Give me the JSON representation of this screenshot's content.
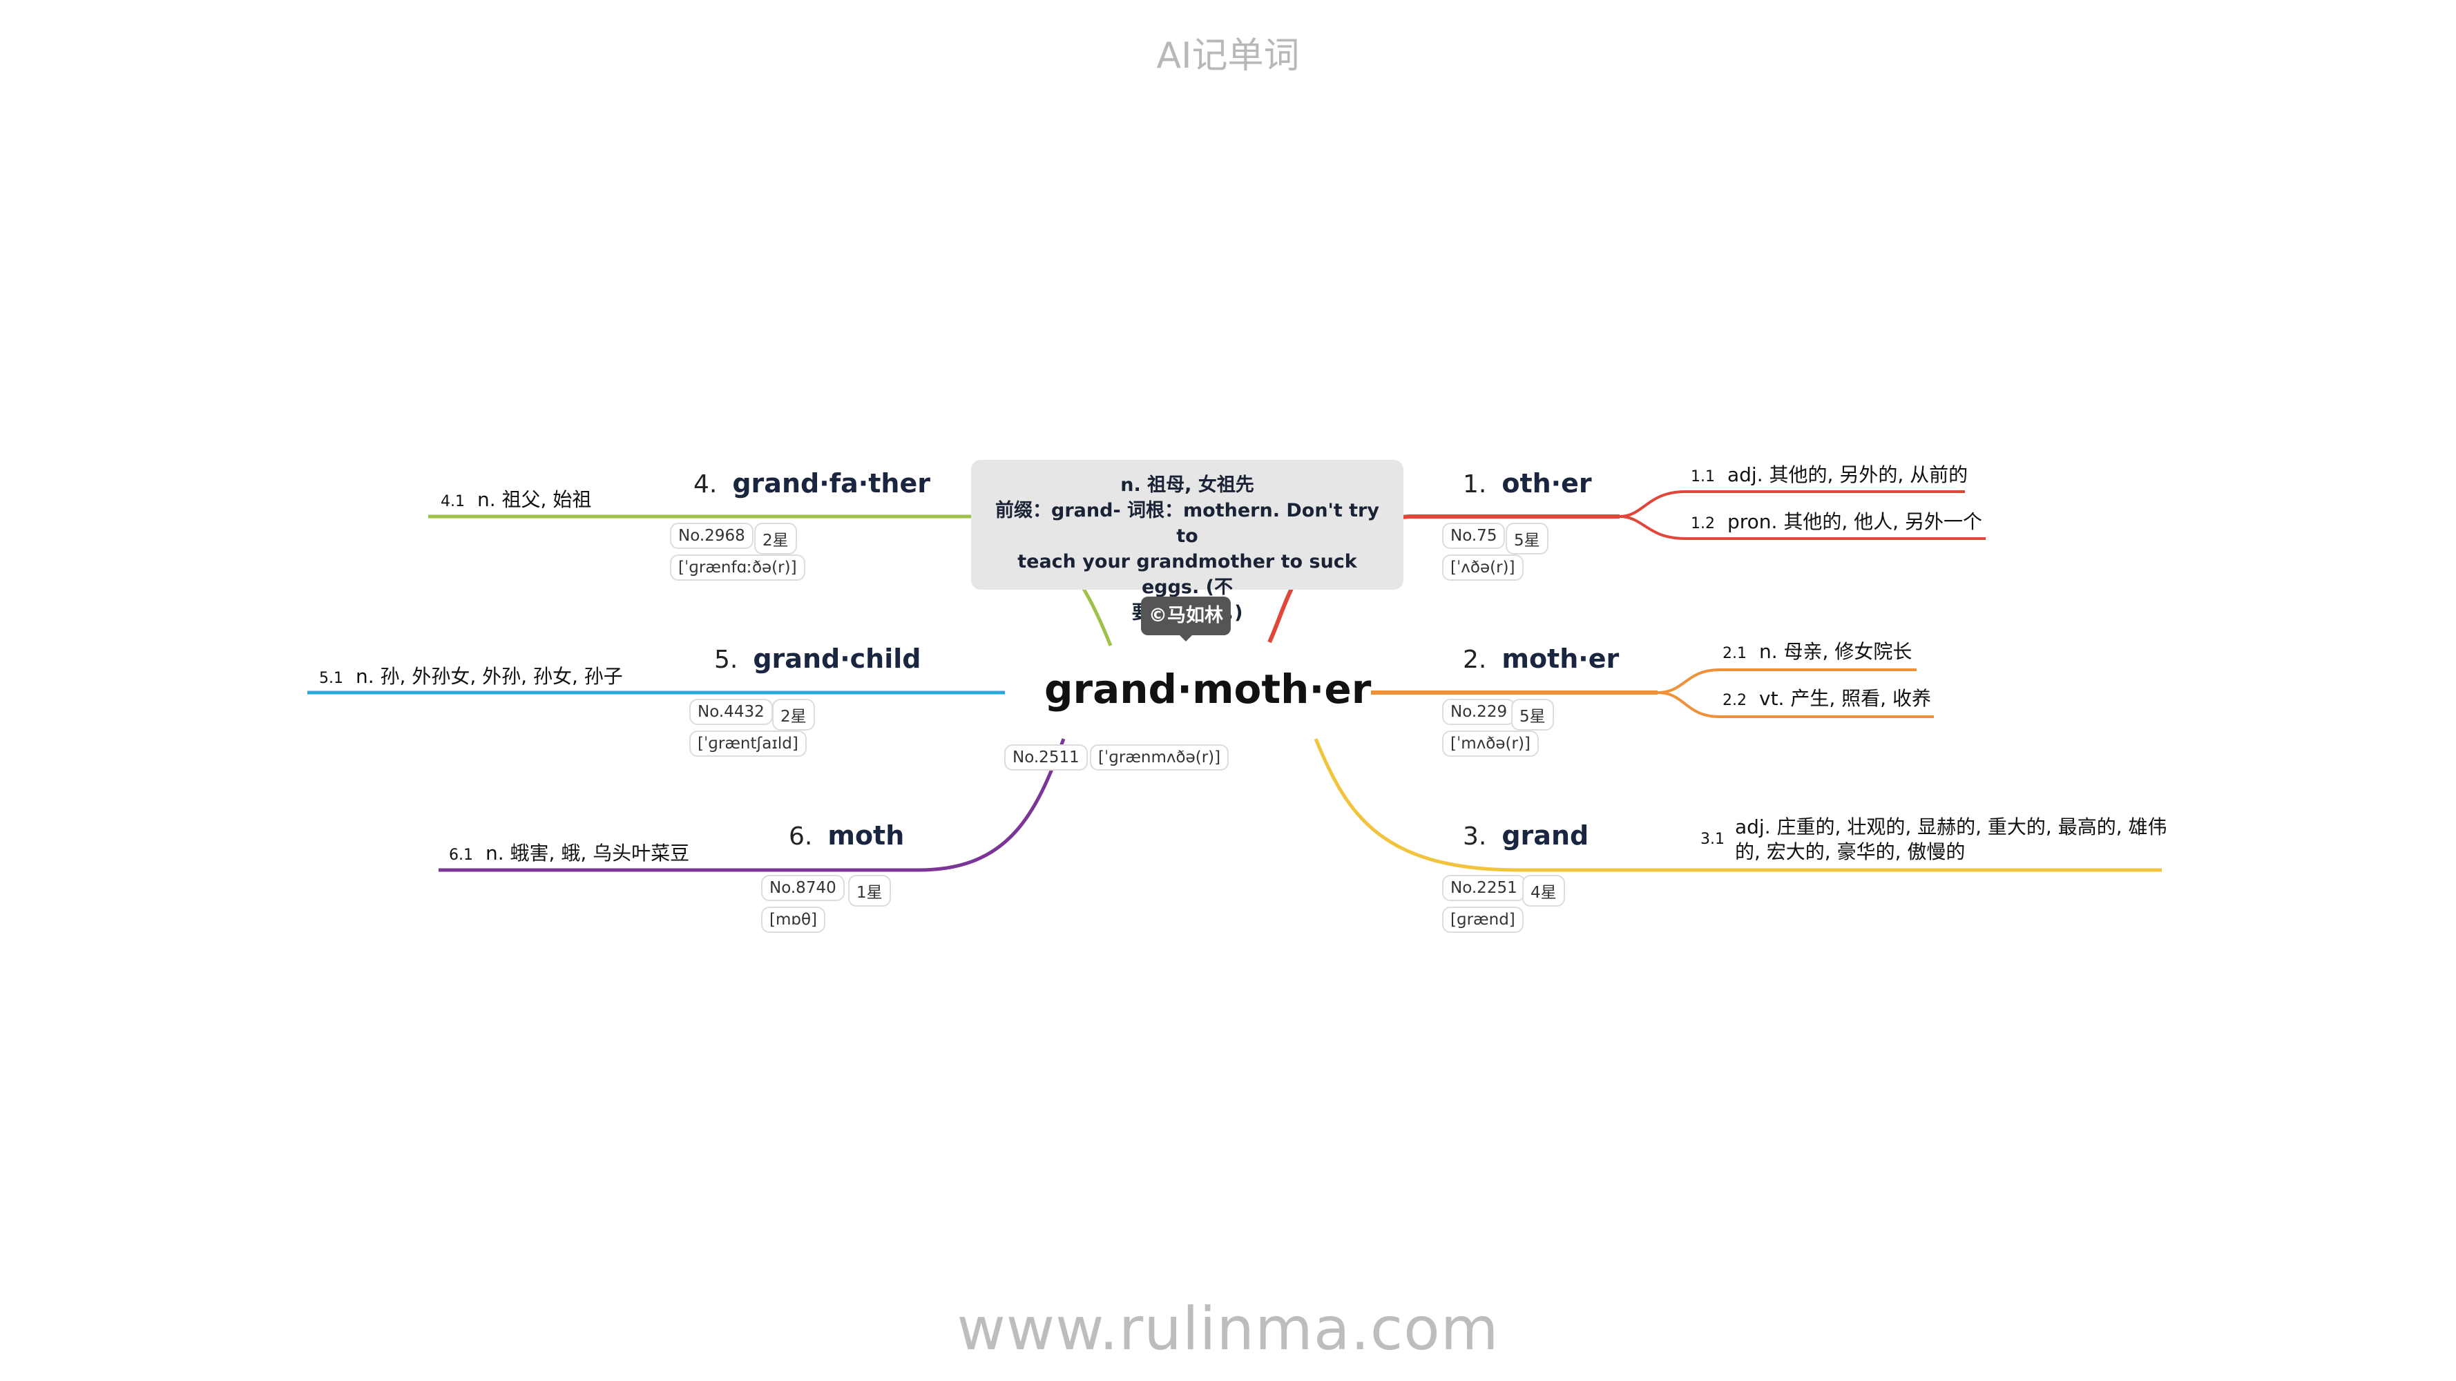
{
  "header": {
    "title": "AI记单词"
  },
  "footer": {
    "url": "www.rulinma.com"
  },
  "center": {
    "word": "grand·moth·er",
    "number": "No.2511",
    "phonetic": "[ˈɡrænmʌðə(r)]",
    "note_line1": "n. 祖母, 女祖先",
    "note_line2": "前缀：grand- 词根：mothern. Don't try to",
    "note_line3": "teach your grandmother to suck eggs. (不",
    "note_line4": "要班门弄斧。)",
    "copyright": "©马如林"
  },
  "branches": [
    {
      "index": "1.",
      "word": "oth·er",
      "number": "No.75",
      "stars": "5星",
      "phonetic": "[ˈʌðə(r)]",
      "color": "#e0463a",
      "senses": [
        {
          "num": "1.1",
          "text": "adj. 其他的, 另外的, 从前的"
        },
        {
          "num": "1.2",
          "text": "pron. 其他的, 他人, 另外一个"
        }
      ]
    },
    {
      "index": "2.",
      "word": "moth·er",
      "number": "No.229",
      "stars": "5星",
      "phonetic": "[ˈmʌðə(r)]",
      "color": "#f0913a",
      "senses": [
        {
          "num": "2.1",
          "text": "n. 母亲, 修女院长"
        },
        {
          "num": "2.2",
          "text": "vt. 产生, 照看, 收养"
        }
      ]
    },
    {
      "index": "3.",
      "word": "grand",
      "number": "No.2251",
      "stars": "4星",
      "phonetic": "[ɡrænd]",
      "color": "#f2c43d",
      "senses": [
        {
          "num": "3.1",
          "text_line1": "adj. 庄重的, 壮观的, 显赫的, 重大的, 最高的, 雄伟",
          "text_line2": "的, 宏大的, 豪华的, 傲慢的"
        }
      ]
    },
    {
      "index": "4.",
      "word": "grand·fa·ther",
      "number": "No.2968",
      "stars": "2星",
      "phonetic": "[ˈɡrænfɑːðə(r)]",
      "color": "#9dc24a",
      "senses": [
        {
          "num": "4.1",
          "text": "n. 祖父, 始祖"
        }
      ]
    },
    {
      "index": "5.",
      "word": "grand·child",
      "number": "No.4432",
      "stars": "2星",
      "phonetic": "[ˈɡræntʃaɪld]",
      "color": "#2ba8d8",
      "senses": [
        {
          "num": "5.1",
          "text": "n. 孙, 外孙女, 外孙, 孙女, 孙子"
        }
      ]
    },
    {
      "index": "6.",
      "word": "moth",
      "number": "No.8740",
      "stars": "1星",
      "phonetic": "[mɒθ]",
      "color": "#7b3596",
      "senses": [
        {
          "num": "6.1",
          "text": "n. 蛾害, 蛾, 乌头叶菜豆"
        }
      ]
    }
  ]
}
